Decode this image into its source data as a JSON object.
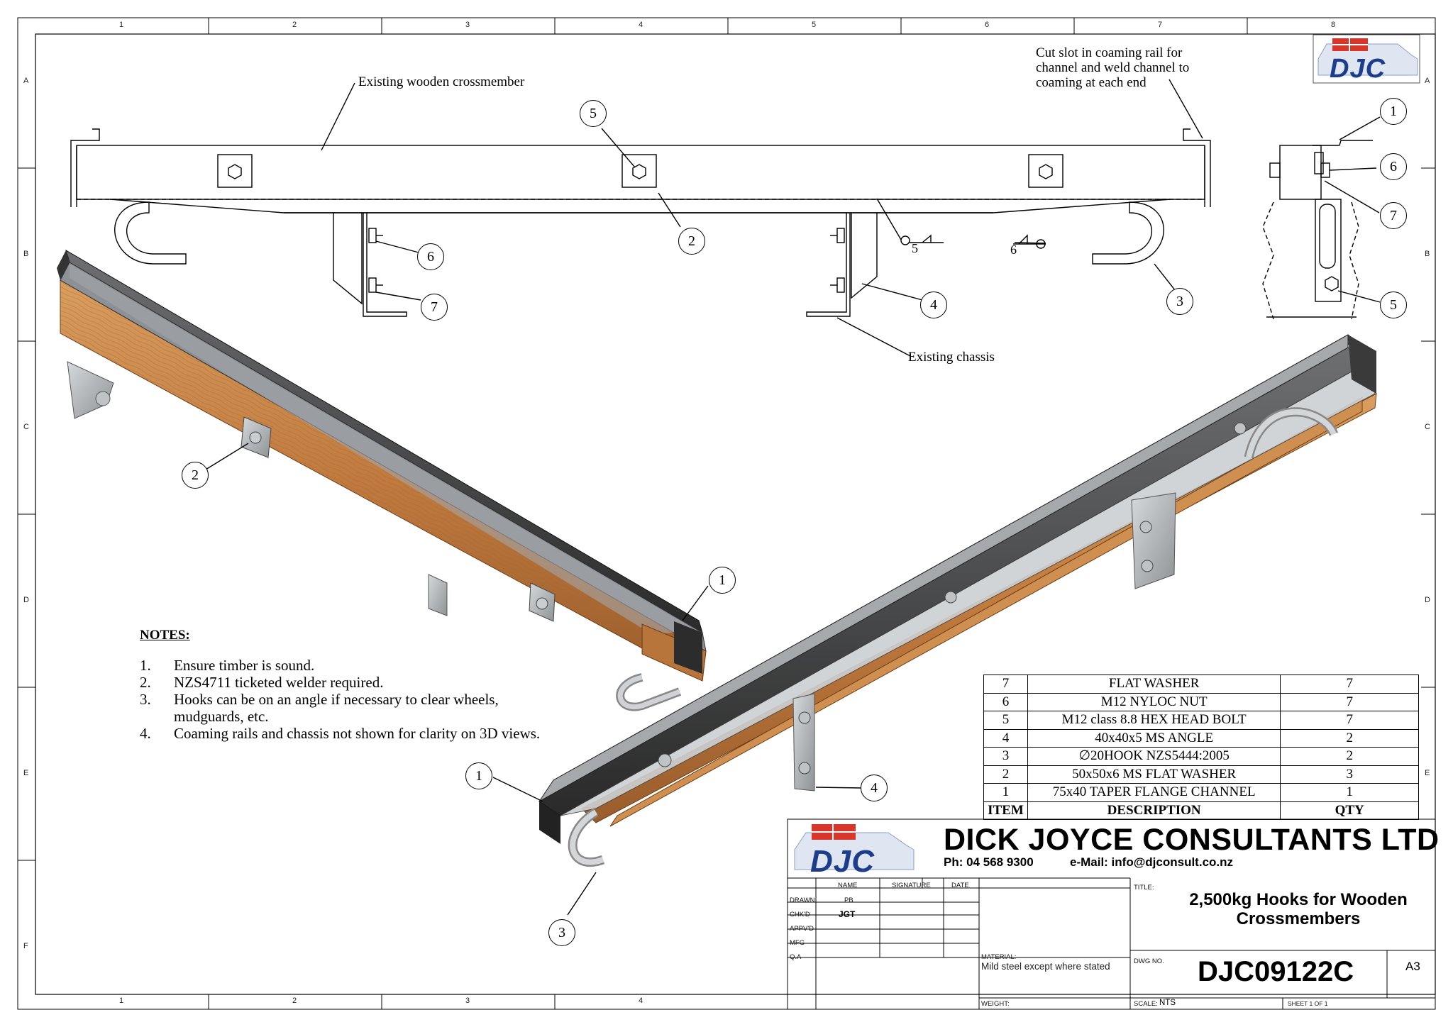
{
  "zones": {
    "columns": [
      "1",
      "2",
      "3",
      "4",
      "5",
      "6",
      "7",
      "8"
    ],
    "rows": [
      "A",
      "B",
      "C",
      "D",
      "E",
      "F"
    ]
  },
  "annotations": {
    "wooden_crossmember": "Existing wooden crossmember",
    "cut_slot": "Cut slot in coaming rail for\nchannel and weld channel to\ncoaming at each end",
    "existing_chassis": "Existing chassis"
  },
  "weld_symbols": {
    "left": "5",
    "right": "6"
  },
  "callouts": [
    "1",
    "2",
    "3",
    "4",
    "5",
    "6",
    "7"
  ],
  "notes": {
    "title": "NOTES:",
    "items": [
      {
        "num": "1.",
        "text": "Ensure timber is sound."
      },
      {
        "num": "2.",
        "text": "NZS4711 ticketed welder required."
      },
      {
        "num": "3.",
        "text": "Hooks can be on an angle if necessary to clear wheels, mudguards, etc."
      },
      {
        "num": "4.",
        "text": "Coaming rails and chassis not shown for clarity on 3D views."
      }
    ]
  },
  "bom": {
    "headers": {
      "item": "ITEM",
      "description": "DESCRIPTION",
      "qty": "QTY"
    },
    "rows": [
      {
        "item": "7",
        "description": "FLAT WASHER",
        "qty": "7"
      },
      {
        "item": "6",
        "description": "M12 NYLOC NUT",
        "qty": "7"
      },
      {
        "item": "5",
        "description": "M12 class 8.8 HEX HEAD BOLT",
        "qty": "7"
      },
      {
        "item": "4",
        "description": "40x40x5 MS ANGLE",
        "qty": "2"
      },
      {
        "item": "3",
        "description": "∅20HOOK NZS5444:2005",
        "qty": "2"
      },
      {
        "item": "2",
        "description": "50x50x6 MS FLAT WASHER",
        "qty": "3"
      },
      {
        "item": "1",
        "description": "75x40 TAPER FLANGE CHANNEL",
        "qty": "1"
      }
    ]
  },
  "title_block": {
    "logo_text": "DJC",
    "company": "DICK JOYCE CONSULTANTS LTD",
    "phone": "Ph: 04 568 9300",
    "email": "e-Mail:  info@djconsult.co.nz",
    "col_name": "NAME",
    "col_signature": "SIGNATURE",
    "col_date": "DATE",
    "row_drawn": "DRAWN",
    "row_chkd": "CHK'D",
    "row_apprd": "APPV'D",
    "row_mfg": "MFG",
    "row_qa": "Q.A",
    "drawn_name": "PB",
    "chkd_name": "JGT",
    "title_label": "TITLE:",
    "title": "2,500kg Hooks for Wooden Crossmembers",
    "material_label": "MATERIAL:",
    "material": "Mild steel except where stated",
    "dwg_no_label": "DWG NO.",
    "dwg_no": "DJC09122C",
    "size": "A3",
    "weight_label": "WEIGHT:",
    "scale_label": "SCALE:",
    "scale": "NTS",
    "sheet": "SHEET 1 OF 1"
  },
  "colors": {
    "timber": "#c98a4a",
    "timber_dark": "#8a5528",
    "steel_dark": "#2d2d2d",
    "galvanised": "#b9bdc0",
    "logo_blue": "#1b3d8c",
    "logo_red": "#d9362b"
  }
}
